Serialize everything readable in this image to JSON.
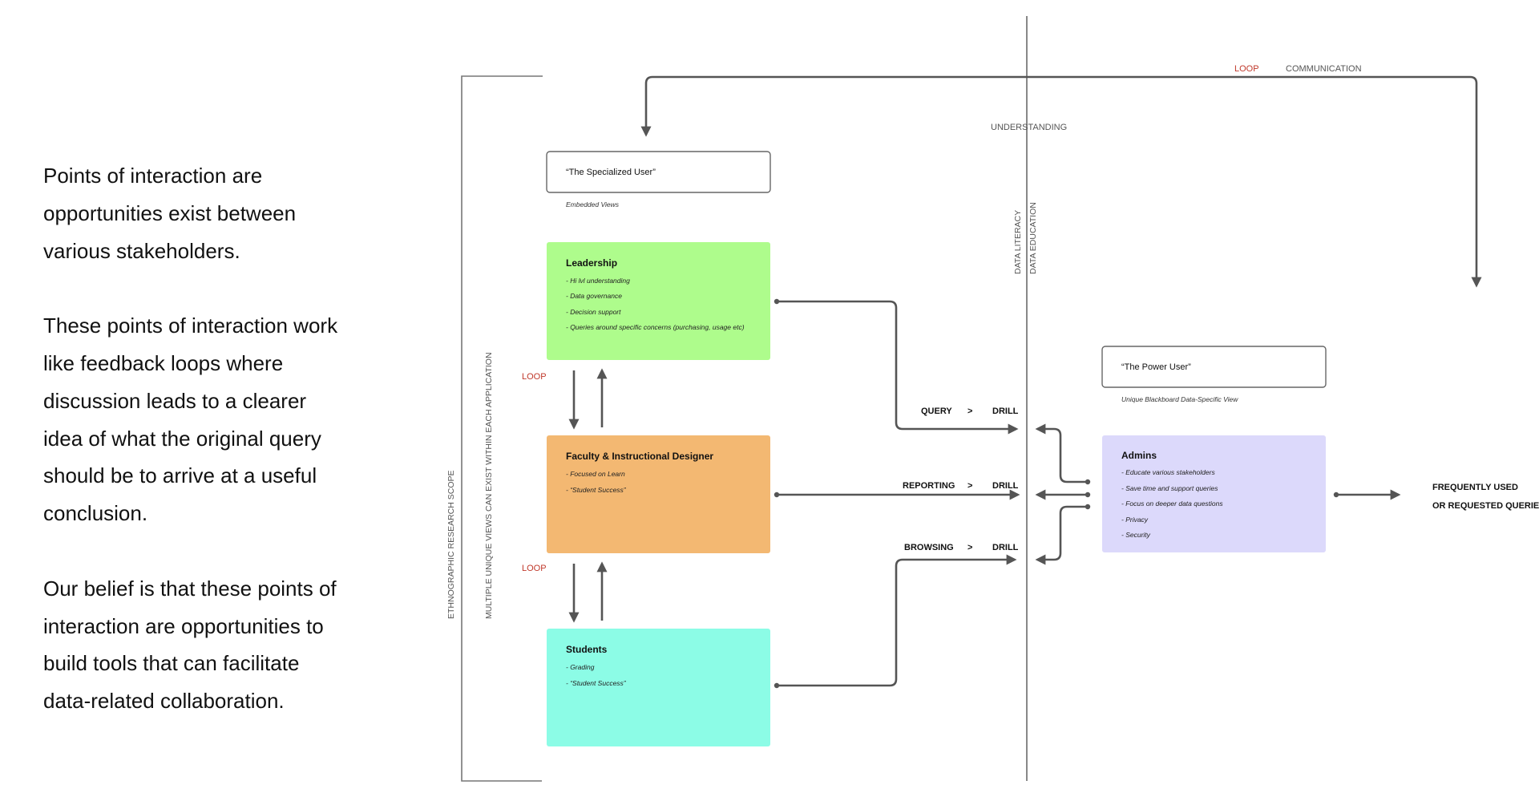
{
  "intro": {
    "p1": "Points of interaction are opportunities exist between various stakeholders.",
    "p2": "These points of interaction work like feedback loops where discussion leads to a clearer idea of what the original query should be to arrive at a useful conclusion.",
    "p3": "Our belief is that these points of interaction are opportunities to build tools that can facilitate data-related collaboration."
  },
  "scope": {
    "outer": "ETHNOGRAPHIC RESEARCH SCOPE",
    "inner": "MULTIPLE UNIQUE VIEWS CAN EXIST WITHIN EACH APPLICATION"
  },
  "top_loop": {
    "loop": "LOOP",
    "communication": "COMMUNICATION",
    "understanding": "UNDERSTANDING"
  },
  "divider": {
    "literacy": "DATA LITERACY",
    "education": "DATA EDUCATION"
  },
  "specialized_user": {
    "title": "“The Specialized User”",
    "caption": "Embedded Views"
  },
  "power_user": {
    "title": "“The Power User”",
    "caption": "Unique Blackboard Data-Specific View"
  },
  "boxes": {
    "leadership": {
      "title": "Leadership",
      "color": "#aefc8c",
      "items": [
        "- Hi lvl understanding",
        "- Data governance",
        "- Decision support",
        "- Queries around specific concerns (purchasing, usage etc)"
      ]
    },
    "faculty": {
      "title": "Faculty & Instructional Designer",
      "color": "#f3b872",
      "items": [
        "- Focused on Learn",
        "- “Student Success”"
      ]
    },
    "students": {
      "title": "Students",
      "color": "#8cfce6",
      "items": [
        "- Grading",
        "- “Student Success”"
      ]
    },
    "admins": {
      "title": "Admins",
      "color": "#dcd9fb",
      "items": [
        "- Educate various stakeholders",
        "- Save time and support queries",
        "- Focus on deeper data questions",
        "- Privacy",
        "- Security"
      ]
    }
  },
  "loops": {
    "loop1": "LOOP",
    "loop2": "LOOP"
  },
  "flows": [
    {
      "left": "QUERY",
      "sep": ">",
      "right": "DRILL"
    },
    {
      "left": "REPORTING",
      "sep": ">",
      "right": "DRILL"
    },
    {
      "left": "BROWSING",
      "sep": ">",
      "right": "DRILL"
    }
  ],
  "frequent": {
    "line1": "FREQUENTLY USED",
    "line2": "OR REQUESTED QUERIES"
  }
}
